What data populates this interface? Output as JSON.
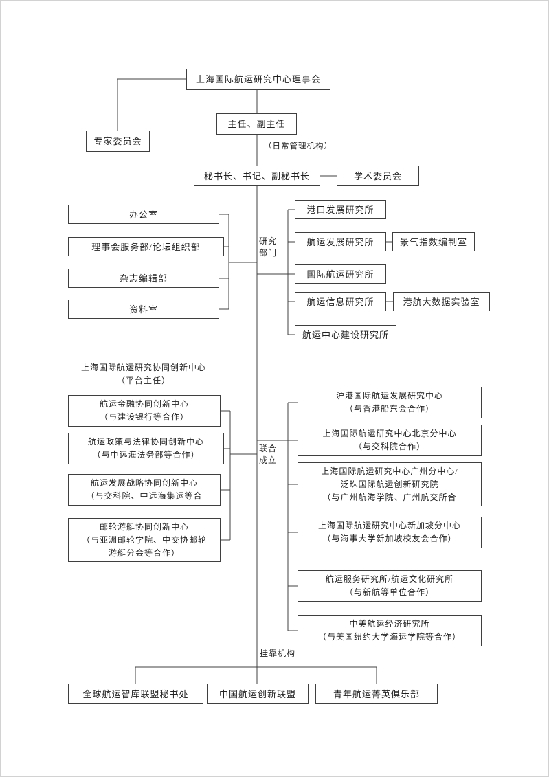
{
  "top": {
    "board": "上海国际航运研究中心理事会",
    "expert_committee": "专家委员会",
    "directors": "主任、副主任",
    "daily_mgmt_note": "（日常管理机构）",
    "secretariat": "秘书长、书记、副秘书长",
    "academic_committee": "学术委员会"
  },
  "admin_depts": {
    "items": [
      "办公室",
      "理事会服务部/论坛组织部",
      "杂志编辑部",
      "资料室"
    ]
  },
  "research": {
    "group_label": "研究\n部门",
    "institutes": [
      "港口发展研究所",
      "航运发展研究所",
      "国际航运研究所",
      "航运信息研究所",
      "航运中心建设研究所"
    ],
    "prosperity_office": "景气指数编制室",
    "bigdata_lab": "港航大数据实验室"
  },
  "innovation": {
    "header": "上海国际航运研究协同创新中心",
    "header_sub": "（平台主任）",
    "centers": [
      "航运金融协同创新中心\n（与建设银行等合作）",
      "航运政策与法律协同创新中心\n（与中远海法务部等合作）",
      "航运发展战略协同创新中心\n（与交科院、中远海集运等合",
      "邮轮游艇协同创新中心\n（与亚洲邮轮学院、中交协邮轮\n游艇分会等合作）"
    ]
  },
  "joint": {
    "group_label": "联合\n成立",
    "orgs": [
      "沪港国际航运发展研究中心\n（与香港船东会合作）",
      "上海国际航运研究中心北京分中心\n（与交科院合作）",
      "上海国际航运研究中心广州分中心/\n泛珠国际航运创新研究院\n（与广州航海学院、广州航交所合",
      "上海国际航运研究中心新加坡分中心\n（与海事大学新加坡校友会合作）",
      "航运服务研究所/航运文化研究所\n（与新航等单位合作）",
      "中美航运经济研究所\n（与美国纽约大学海运学院等合作）"
    ]
  },
  "affiliated": {
    "group_label": "挂靠机构",
    "orgs": [
      "全球航运智库联盟秘书处",
      "中国航运创新联盟",
      "青年航运菁英俱乐部"
    ]
  }
}
